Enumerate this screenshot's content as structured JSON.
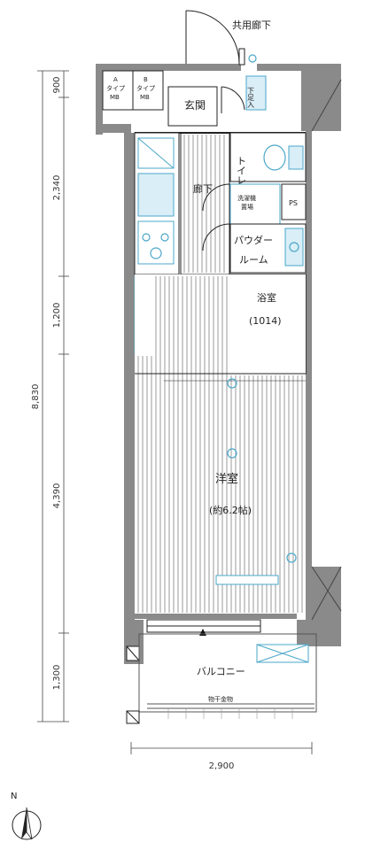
{
  "labels": {
    "corridor": "共用廊下",
    "entrance": "玄関",
    "shoe_box": "下足入",
    "type_a": "A\nタイプ\nMB",
    "type_b": "B\nタイプ\nMB",
    "toilet": "トイレ",
    "hallway": "廊下",
    "laundry": "洗濯機\n置場",
    "ps": "PS",
    "powder_room_1": "パウダー",
    "powder_room_2": "ルーム",
    "bathroom": "浴室",
    "bath_size": "(1014)",
    "western_room": "洋室",
    "western_size": "(約6.2帖)",
    "balcony": "バルコニー",
    "drain": "物干金物",
    "compass": "N"
  },
  "dimensions": {
    "d1": "900",
    "d2": "2,340",
    "d3": "1,200",
    "d4": "4,390",
    "d5": "1,300",
    "total": "8,830",
    "width": "2,900"
  }
}
